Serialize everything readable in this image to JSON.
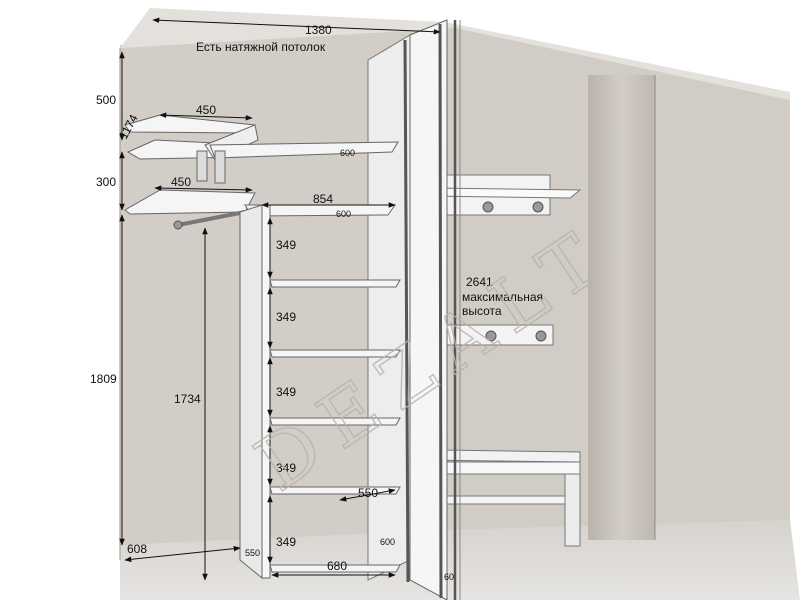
{
  "drawing": {
    "ceiling_note": "Есть натяжной потолок",
    "max_height_value": "2641",
    "max_height_line1": "максимальная",
    "max_height_line2": "высота",
    "watermark": "DEZALT"
  },
  "dimensions": {
    "total_width": "1380",
    "top_zone_height": "500",
    "upper_shelf_width": "450",
    "corner_shelf_offset": "1174",
    "middle_zone_height": "300",
    "lower_shelf_width": "450",
    "rack_width": "854",
    "rack_top_depth": "600",
    "upper_rail_depth": "600",
    "hanging_zone_height": "1809",
    "rod_height": "1734",
    "shelf_gap_1": "349",
    "shelf_gap_2": "349",
    "shelf_gap_3": "349",
    "shelf_gap_4": "349",
    "shelf_gap_5": "349",
    "shelf_depth": "550",
    "floor_left_depth": "608",
    "panel_depth": "550",
    "bottom_width": "680",
    "bottom_depth": "600",
    "frame_depth": "60"
  },
  "colors": {
    "wall": "#d3cfc8",
    "wall_left": "#c9c4bb",
    "ceiling": "#e2dfda",
    "floor": "#d9d6d2",
    "panel": "#efefef",
    "edge": "#6b6b6b",
    "dim_line": "#111111",
    "pillar": "#cac5be",
    "hook": "#8a8a8a"
  }
}
